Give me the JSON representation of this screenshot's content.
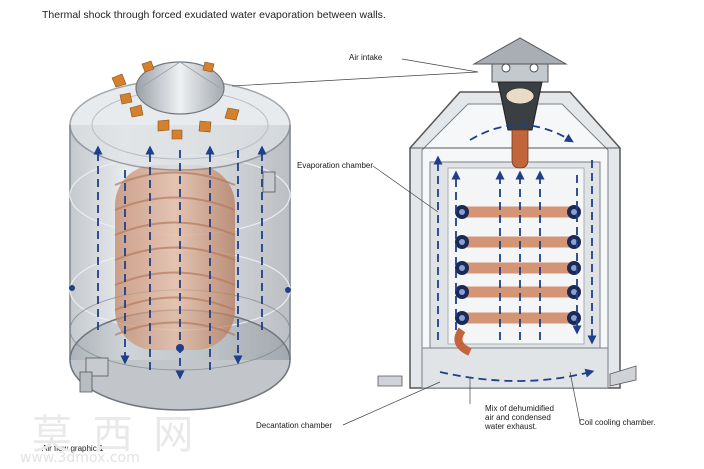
{
  "caption": "Thermal shock through forced exudated water evaporation between walls.",
  "labels": {
    "air_intake": "Air intake",
    "evaporation_chamber": "Evaporation chamber",
    "decantation_chamber": "Decantation chamber",
    "mix_line1": "Mix of dehumidified",
    "mix_line2": "air and condensed",
    "mix_line3": "water exhaust.",
    "coil_cooling": "Coil cooling chamber.",
    "air_flow_graphic": "Air flow graphic 1"
  },
  "watermark": {
    "chars": "莫 西 网",
    "url": "www.3dmox.com"
  },
  "colors": {
    "flow_arrow": "#1e3f8a",
    "coil": "#c9764a",
    "vent_fin": "#d4812e",
    "tank_wall": "#9aa2aa",
    "leader_line": "#444444"
  }
}
